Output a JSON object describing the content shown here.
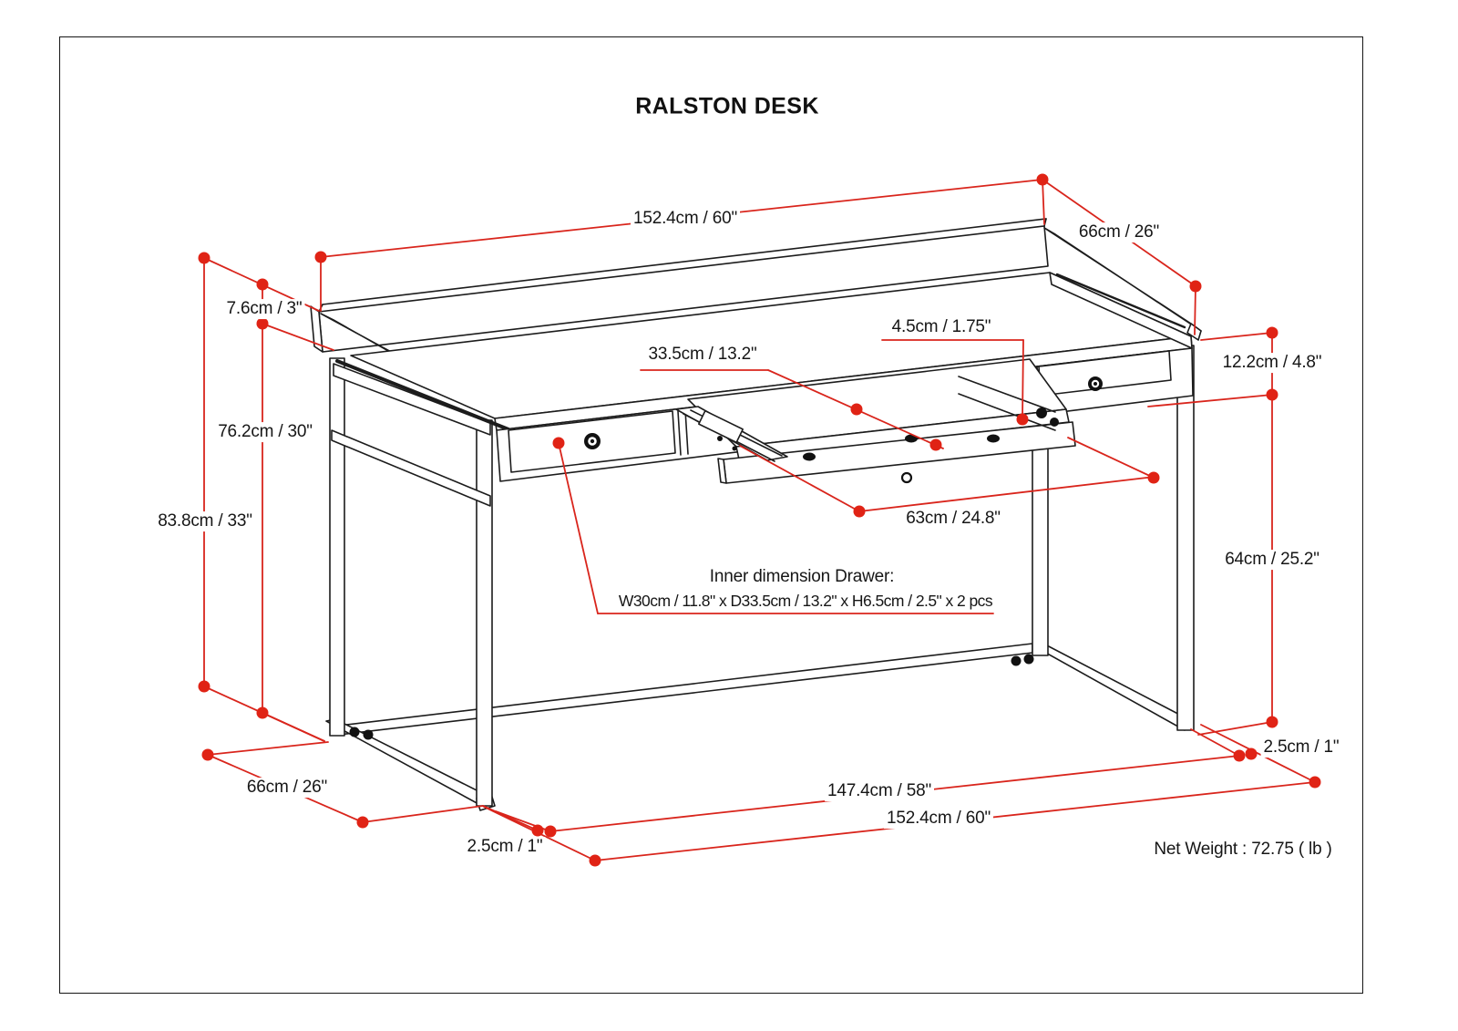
{
  "title": "RALSTON DESK",
  "diagram": {
    "type": "furniture-dimension-drawing",
    "product": "Ralston Desk",
    "net_weight": "Net Weight : 72.75 ( lb )",
    "colors": {
      "dimension_red": "#d9251c",
      "dot_red": "#e02315",
      "line_black": "#1c1c1c",
      "background": "#ffffff"
    },
    "labels": {
      "width_top": "152.4cm / 60\"",
      "depth_top": "66cm / 26\"",
      "hutch_rail_height": "7.6cm / 3\"",
      "desktop_height": "76.2cm / 30\"",
      "total_height": "83.8cm / 33\"",
      "rail_drop_right": "12.2cm / 4.8\"",
      "clearance_height": "64cm / 25.2\"",
      "tray_thickness": "4.5cm / 1.75\"",
      "tray_depth": "33.5cm / 13.2\"",
      "tray_width": "63cm / 24.8\"",
      "depth_bottom": "66cm / 26\"",
      "leg_thickness_left": "2.5cm / 1\"",
      "leg_thickness_right": "2.5cm / 1\"",
      "floor_width_inner": "147.4cm / 58\"",
      "floor_width_outer": "152.4cm / 60\"",
      "drawer_note_title": "Inner dimension Drawer:",
      "drawer_note_detail": "W30cm / 11.8\" x D33.5cm / 13.2\" x H6.5cm / 2.5\" x 2 pcs"
    }
  }
}
